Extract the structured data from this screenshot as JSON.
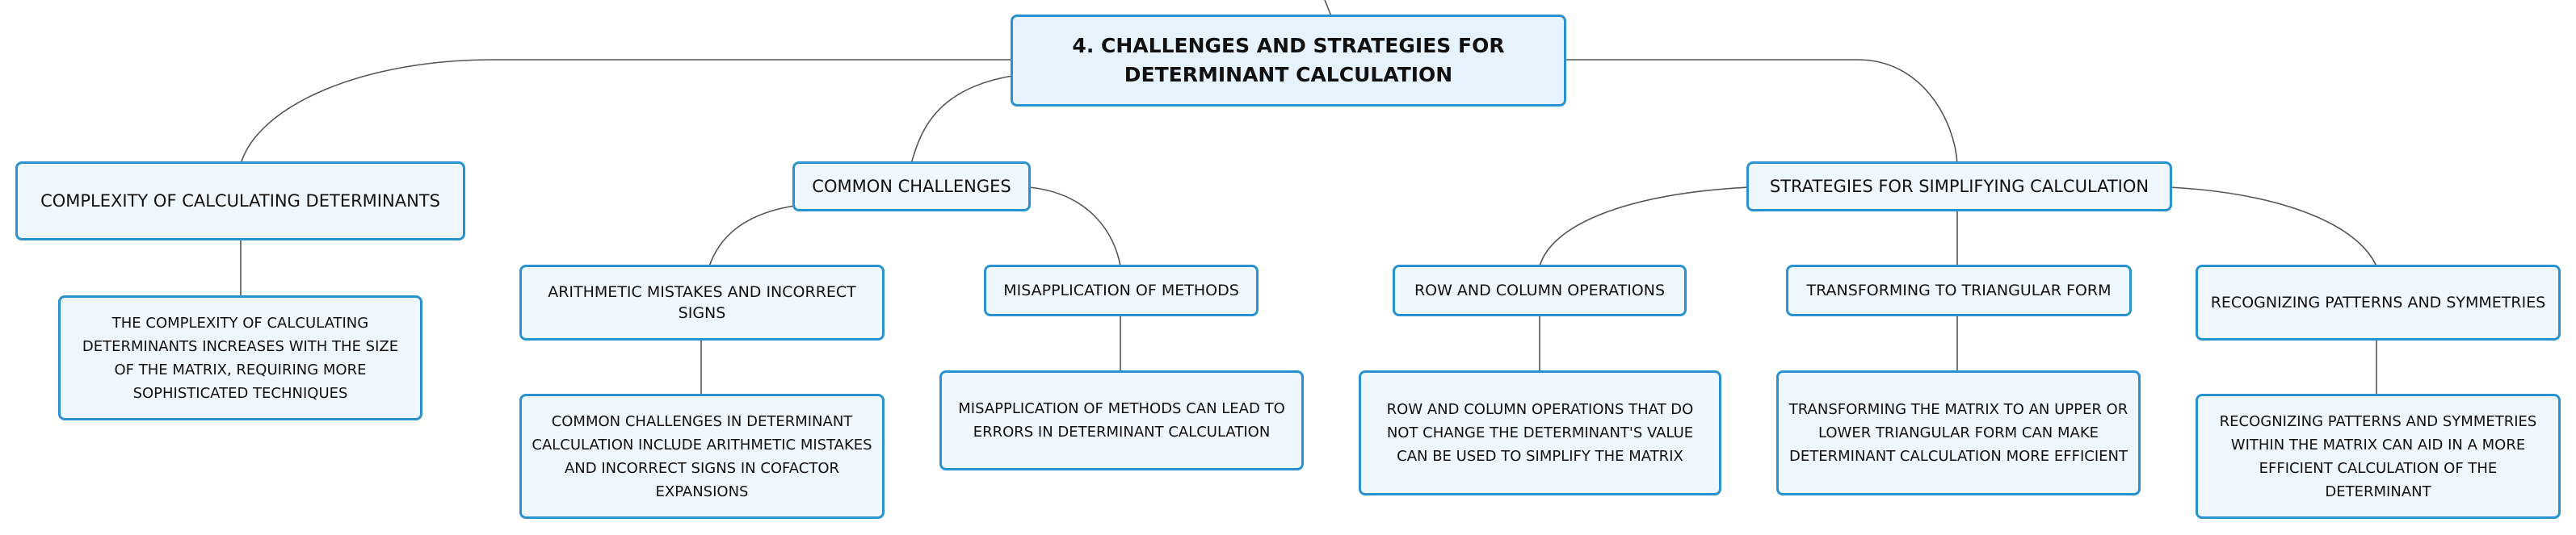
{
  "root": {
    "label": "4. CHALLENGES AND STRATEGIES FOR DETERMINANT CALCULATION"
  },
  "complexity": {
    "label": "COMPLEXITY OF CALCULATING DETERMINANTS",
    "detail": "THE COMPLEXITY OF CALCULATING DETERMINANTS INCREASES WITH THE SIZE OF THE MATRIX, REQUIRING MORE SOPHISTICATED TECHNIQUES"
  },
  "challenges": {
    "label": "COMMON CHALLENGES",
    "arithmetic": {
      "label": "ARITHMETIC MISTAKES AND INCORRECT SIGNS",
      "detail": "COMMON CHALLENGES IN DETERMINANT CALCULATION INCLUDE ARITHMETIC MISTAKES AND INCORRECT SIGNS IN COFACTOR EXPANSIONS"
    },
    "misapplication": {
      "label": "MISAPPLICATION OF METHODS",
      "detail": "MISAPPLICATION OF METHODS CAN LEAD TO ERRORS IN DETERMINANT CALCULATION"
    }
  },
  "strategies": {
    "label": "STRATEGIES FOR SIMPLIFYING CALCULATION",
    "row_column": {
      "label": "ROW AND COLUMN OPERATIONS",
      "detail": "ROW AND COLUMN OPERATIONS THAT DO NOT CHANGE THE DETERMINANT'S VALUE CAN BE USED TO SIMPLIFY THE MATRIX"
    },
    "triangular": {
      "label": "TRANSFORMING TO TRIANGULAR FORM",
      "detail": "TRANSFORMING THE MATRIX TO AN UPPER OR LOWER TRIANGULAR FORM CAN MAKE DETERMINANT CALCULATION MORE EFFICIENT"
    },
    "patterns": {
      "label": "RECOGNIZING PATTERNS AND SYMMETRIES",
      "detail": "RECOGNIZING PATTERNS AND SYMMETRIES WITHIN THE MATRIX CAN AID IN A MORE EFFICIENT CALCULATION OF THE DETERMINANT"
    }
  },
  "colors": {
    "border": "#2a93cf",
    "fill": "#eef7fd",
    "connector": "#555555"
  }
}
